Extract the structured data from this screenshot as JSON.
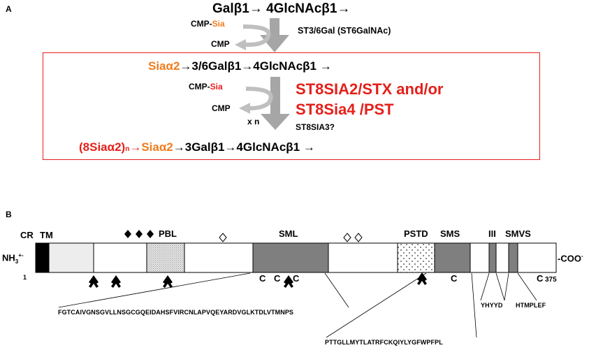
{
  "panel_a": {
    "label": "A",
    "line1": "Galβ1→ 4GlcNAcβ1→",
    "donor1": "CMP-",
    "donor1_sia": "Sia",
    "released1": "CMP",
    "enzyme1": "ST3/6Gal (ST6GalNAc)",
    "line2_sia": "Siaα2",
    "line2_rest": "→3/6Galβ1→4GlcNAcβ1 →",
    "donor2": "CMP-",
    "donor2_sia": "Sia",
    "released2": "CMP",
    "repeat": "x n",
    "enzyme2a": "ST8SIA2/STX and/or",
    "enzyme2b": "ST8Sia4 /PST",
    "enzyme3": "ST8SIA3?",
    "line3_poly": "(8Siaα2)",
    "line3_n": "n",
    "line3_arrow": "→",
    "line3_sia": "Siaα2",
    "line3_rest": "→3Galβ1→4GlcNAcβ1 →"
  },
  "panel_b": {
    "label": "B",
    "domains": {
      "cr": "CR",
      "tm": "TM",
      "pbl": "PBL",
      "sml": "SML",
      "pstd": "PSTD",
      "sms": "SMS",
      "iii": "III",
      "smvs": "SMVS"
    },
    "n_term": "NH",
    "n_term_sub": "3",
    "n_term_sup": "+-",
    "c_term": "-COO",
    "c_term_sup": "-",
    "start": "1",
    "end": "375",
    "cys": [
      "C",
      "C",
      "C",
      "C",
      "C"
    ],
    "seq_sml": "FGTCAIVGNSGVLLNSGCGQEIDAHSFVIRCNLAPVQEYARDVGLKTDLVTMNPS",
    "seq_pstd": "PTTGLLMYTLATRFCKQIYLYGFWPFPL",
    "seq_iii": "YHYYD",
    "seq_smvs": "HTMPLEF",
    "colors": {
      "tm": "#000000",
      "cr_region": "#EDEDED",
      "sml": "#7F7F7F",
      "sms": "#7F7F7F",
      "red": "#E4201B",
      "orange": "#F07C1E"
    }
  }
}
